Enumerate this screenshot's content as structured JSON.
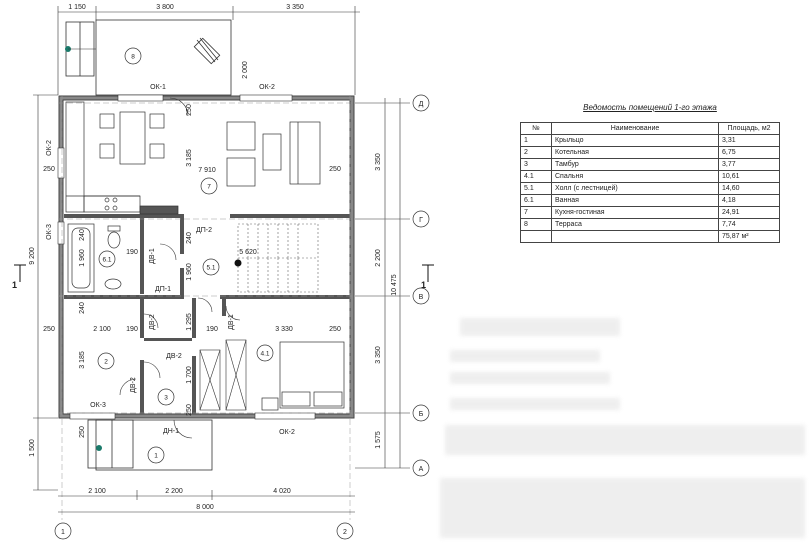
{
  "schedule": {
    "title": "Ведомость помещений 1-го этажа",
    "headers": [
      "№",
      "Наименование",
      "Площадь, м2"
    ],
    "rows": [
      {
        "num": "1",
        "name": "Крыльцо",
        "area": "3,31"
      },
      {
        "num": "2",
        "name": "Котельная",
        "area": "6,75"
      },
      {
        "num": "3",
        "name": "Тамбур",
        "area": "3,77"
      },
      {
        "num": "4.1",
        "name": "Спальня",
        "area": "10,61"
      },
      {
        "num": "5.1",
        "name": "Холл (с лестницей)",
        "area": "14,60"
      },
      {
        "num": "6.1",
        "name": "Ванная",
        "area": "4,18"
      },
      {
        "num": "7",
        "name": "Кухня-гостиная",
        "area": "24,91"
      },
      {
        "num": "8",
        "name": "Терраса",
        "area": "7,74"
      }
    ],
    "total": "75,87 м²"
  },
  "top_dims": [
    "1 150",
    "3 800",
    "3 350"
  ],
  "bottom_dims": [
    "2 100",
    "2 200",
    "4 020"
  ],
  "overall_width": "8 000",
  "right_dims": [
    "3 350",
    "2 200",
    "3 350",
    "1 575"
  ],
  "right_total": "10 475",
  "left_dims": {
    "total": "9 200",
    "bottom": "1 500"
  },
  "axes": {
    "rows": [
      "Д",
      "Г",
      "В",
      "Б",
      "А"
    ],
    "cols": [
      "1",
      "2"
    ]
  },
  "section_marker": "1",
  "openings": {
    "ok1": "ОК-1",
    "ok2_top": "ОК-2",
    "ok2_left": "ОК-2",
    "ok3_left": "ОК-3",
    "ok3_bottom": "ОК-3",
    "ok2_bottom": "ОК-2",
    "dn1": "ДН-1",
    "dp2": "ДП-2",
    "dp1": "ДП-1",
    "dv1_a": "ДВ-1",
    "dv2_a": "ДВ-2",
    "dv2_b": "ДВ-2",
    "dv2_c": "ДВ-2",
    "dv1_b": "ДВ-1"
  },
  "room_tags": [
    "8",
    "7",
    "6.1",
    "5.1",
    "4.1",
    "2",
    "3",
    "1"
  ],
  "inner_dims": {
    "d250a": "250",
    "d3185a": "3 185",
    "d7910": "7 910",
    "d250b": "250",
    "d250c": "250",
    "d2000": "2 000",
    "d240a": "240",
    "d1960a": "1 960",
    "d190a": "190",
    "d240b": "240",
    "d1960b": "1 960",
    "d5620": "5 620",
    "d240c": "240",
    "d2100": "2 100",
    "d190b": "190",
    "d1295": "1 295",
    "d190c": "190",
    "d3330": "3 330",
    "d250d": "250",
    "d3185b": "3 185",
    "d1700": "1 700",
    "d250e": "250",
    "d250f": "250",
    "d250g": "250"
  }
}
